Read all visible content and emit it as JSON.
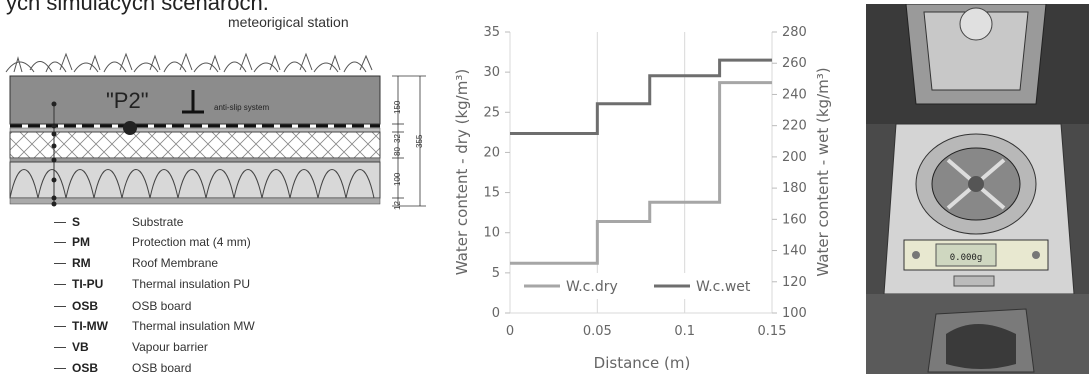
{
  "top_text": "ých simulacých scénároch.",
  "diagram": {
    "station_label": "meteorigical station",
    "point_label": "\"P2\"",
    "anti_slip_label": "anti-slip system",
    "dims": [
      "150",
      "32",
      "80",
      "100",
      "12",
      "355"
    ],
    "layers": [
      {
        "abbr": "S",
        "desc": "Substrate"
      },
      {
        "abbr": "PM",
        "desc": "Protection mat (4 mm)"
      },
      {
        "abbr": "RM",
        "desc": "Roof Membrane"
      },
      {
        "abbr": "TI-PU",
        "desc": "Thermal insulation PU"
      },
      {
        "abbr": "OSB",
        "desc": "OSB board"
      },
      {
        "abbr": "TI-MW",
        "desc": "Thermal insulation MW"
      },
      {
        "abbr": "VB",
        "desc": "Vapour barrier"
      },
      {
        "abbr": "OSB",
        "desc": "OSB board"
      }
    ]
  },
  "chart_data": {
    "type": "line",
    "step": true,
    "xlabel": "Distance (m)",
    "ylabel_left": "Water content - dry (kg/m³)",
    "ylabel_right": "Water content - wet (kg/m³)",
    "xlim": [
      0,
      0.15
    ],
    "ylim_left": [
      0,
      35
    ],
    "ylim_right": [
      100,
      280
    ],
    "x_ticks": [
      "0",
      "0.05",
      "0.1",
      "0.15"
    ],
    "y_left_ticks": [
      "0",
      "5",
      "10",
      "15",
      "20",
      "25",
      "30",
      "35"
    ],
    "y_right_ticks": [
      "100",
      "120",
      "140",
      "160",
      "180",
      "200",
      "220",
      "240",
      "260",
      "280"
    ],
    "grid": "vertical",
    "legend_position": "bottom",
    "series": [
      {
        "name": "W.c.dry",
        "axis": "left",
        "color": "#a6a6a6",
        "x": [
          0,
          0.05,
          0.05,
          0.08,
          0.08,
          0.12,
          0.12,
          0.15
        ],
        "y": [
          6.2,
          6.2,
          11.4,
          11.4,
          13.8,
          13.8,
          28.7,
          28.7
        ]
      },
      {
        "name": "W.c.wet",
        "axis": "right",
        "color": "#6e6e6e",
        "x": [
          0,
          0.05,
          0.05,
          0.08,
          0.08,
          0.12,
          0.12,
          0.15
        ],
        "y": [
          215,
          215,
          234,
          234,
          252,
          252,
          262,
          262
        ]
      }
    ]
  },
  "photo": {
    "display": "0.000g"
  }
}
